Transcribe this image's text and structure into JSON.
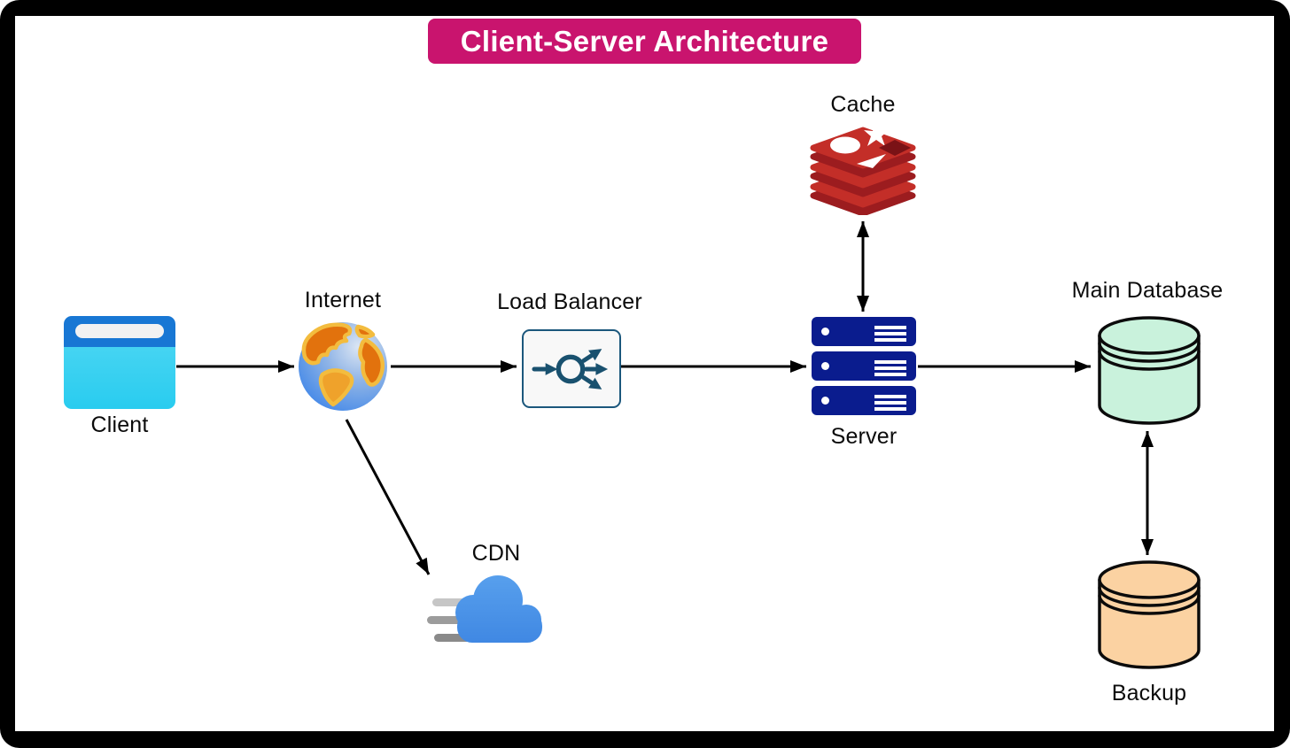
{
  "title": {
    "label": "Client-Server Architecture"
  },
  "nodes": {
    "client": {
      "label": "Client",
      "icon": "browser-window-icon"
    },
    "internet": {
      "label": "Internet",
      "icon": "globe-icon"
    },
    "load_balancer": {
      "label": "Load Balancer",
      "icon": "load-balancer-icon"
    },
    "server": {
      "label": "Server",
      "icon": "server-rack-icon"
    },
    "cache": {
      "label": "Cache",
      "icon": "redis-stack-icon"
    },
    "main_database": {
      "label": "Main Database",
      "icon": "database-cylinder-icon"
    },
    "backup": {
      "label": "Backup",
      "icon": "database-cylinder-icon"
    },
    "cdn": {
      "label": "CDN",
      "icon": "cloud-icon"
    }
  },
  "edges": [
    {
      "from": "client",
      "to": "internet",
      "direction": "one-way"
    },
    {
      "from": "internet",
      "to": "load_balancer",
      "direction": "one-way"
    },
    {
      "from": "load_balancer",
      "to": "server",
      "direction": "one-way"
    },
    {
      "from": "server",
      "to": "cache",
      "direction": "two-way"
    },
    {
      "from": "server",
      "to": "main_database",
      "direction": "one-way"
    },
    {
      "from": "main_database",
      "to": "backup",
      "direction": "two-way"
    },
    {
      "from": "internet",
      "to": "cdn",
      "direction": "one-way"
    }
  ],
  "colors": {
    "frame_border": "#000000",
    "canvas_bg": "#FFFFFF",
    "title_bg": "#C9146E",
    "title_text": "#FFFFFF",
    "arrow": "#000000",
    "client_titlebar_blue": "#1877D4",
    "client_body_cyan": "#2FD0F0",
    "load_balancer_border": "#1B577C",
    "load_balancer_glyph": "#19516F",
    "server_navy": "#0A1C8E",
    "redis_red_bright": "#C32E28",
    "redis_red_dark": "#9C1C1F",
    "main_database_green": "#C9F2DC",
    "backup_orange": "#FBD2A2",
    "cdn_cloud_blue": "#4C92E8",
    "globe_ocean_blue": "#3F86E8",
    "globe_land_orange": "#E2720D",
    "globe_land_outline": "#F3BC3E"
  }
}
